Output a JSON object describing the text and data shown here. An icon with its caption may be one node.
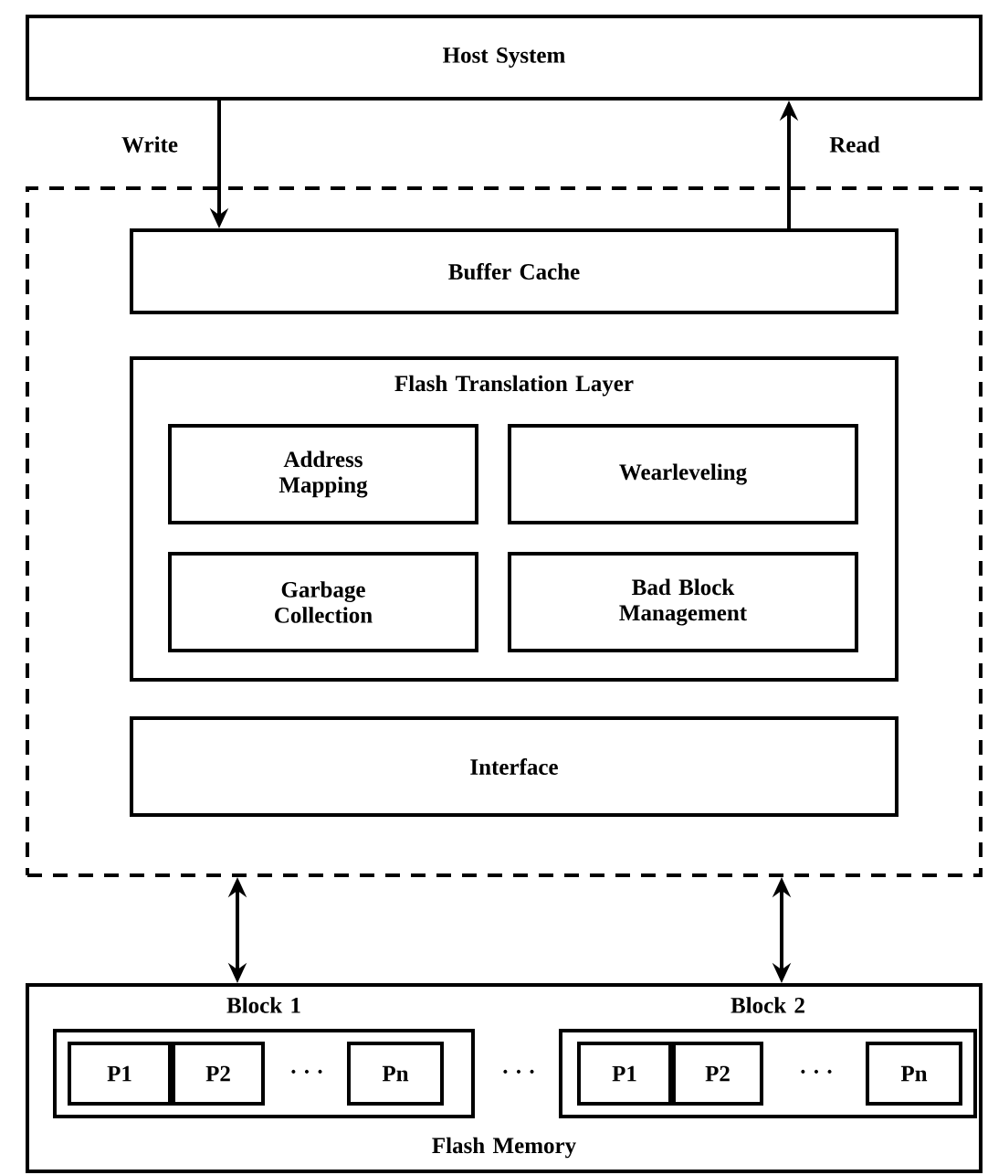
{
  "diagram": {
    "nodes": [
      {
        "text": [
          "Host System"
        ]
      },
      {
        "text": [],
        "shape": "box"
      },
      {
        "text": [
          "Buffer Cache"
        ],
        "in": 1
      },
      {
        "text": [
          "Flash Translation Layer"
        ],
        "in": 1
      },
      {
        "text": [
          "Address Mapping"
        ],
        "in": 3
      },
      {
        "text": [
          "Wearleveling"
        ],
        "in": 3
      },
      {
        "text": [
          "Garbage Collection"
        ],
        "in": 3
      },
      {
        "text": [
          "Bad Block Management"
        ],
        "in": 3
      },
      {
        "text": [
          "Interface"
        ],
        "in": 1
      },
      {
        "text": [
          "Flash Memory"
        ]
      },
      {
        "text": [
          "Block 1"
        ],
        "in": 9
      },
      {
        "text": [
          "P1"
        ],
        "in": 10
      },
      {
        "text": [
          "P2"
        ],
        "in": 10
      },
      {
        "text": [
          "Pn"
        ],
        "in": 10
      },
      {
        "text": [
          "Block 2"
        ],
        "in": 9
      },
      {
        "text": [
          "P1"
        ],
        "in": 14
      },
      {
        "text": [
          "P2"
        ],
        "in": 14
      },
      {
        "text": [
          "Pn"
        ],
        "in": 14
      }
    ],
    "edges": [
      {
        "from": 0,
        "to": 2,
        "arrow": "to",
        "label": "Write"
      },
      {
        "from": 2,
        "to": 0,
        "arrow": "to",
        "label": "Read"
      },
      {
        "from": 1,
        "to": 10,
        "arrow": "both"
      },
      {
        "from": 1,
        "to": 14,
        "arrow": "both"
      }
    ],
    "labels": [
      "· · ·",
      "· · ·",
      "· · ·"
    ]
  }
}
